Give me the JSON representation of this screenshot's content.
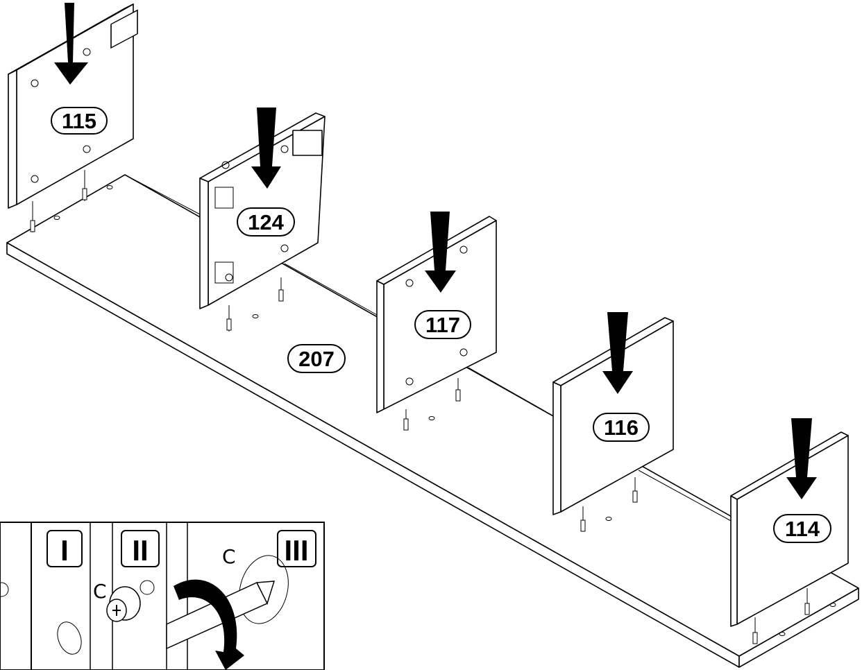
{
  "parts": [
    {
      "id": "panel-115",
      "label": "115"
    },
    {
      "id": "panel-124",
      "label": "124"
    },
    {
      "id": "panel-117",
      "label": "117"
    },
    {
      "id": "panel-116",
      "label": "116"
    },
    {
      "id": "panel-114",
      "label": "114"
    },
    {
      "id": "base-207",
      "label": "207"
    }
  ],
  "inset": {
    "steps": [
      "I",
      "II",
      "III"
    ],
    "fastener_label": "C"
  },
  "colors": {
    "line": "#000000",
    "paper": "#ffffff"
  }
}
